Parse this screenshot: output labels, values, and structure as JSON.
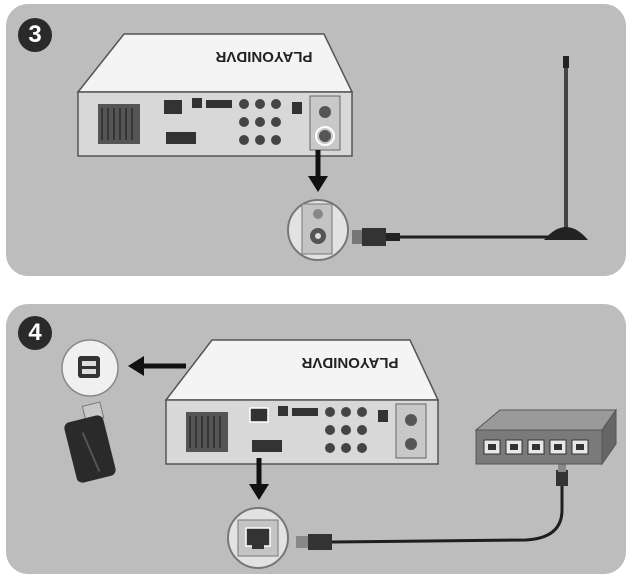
{
  "steps": [
    {
      "number": "3",
      "device_logo": "PLAYONIDVR"
    },
    {
      "number": "4",
      "device_logo": "PLAYONIDVR"
    }
  ],
  "colors": {
    "panel_bg": "#bdbdbd",
    "device_body": "#f4f4f4",
    "connector_panel": "#d8d8d8",
    "cable": "#1e1e1e",
    "switch_body": "#7a7a7a"
  },
  "icons": [
    "tv-antenna-icon",
    "coax-connector-icon",
    "usb-drive-icon",
    "usb-port-icon",
    "network-switch-icon",
    "ethernet-port-icon",
    "arrow-icon"
  ]
}
